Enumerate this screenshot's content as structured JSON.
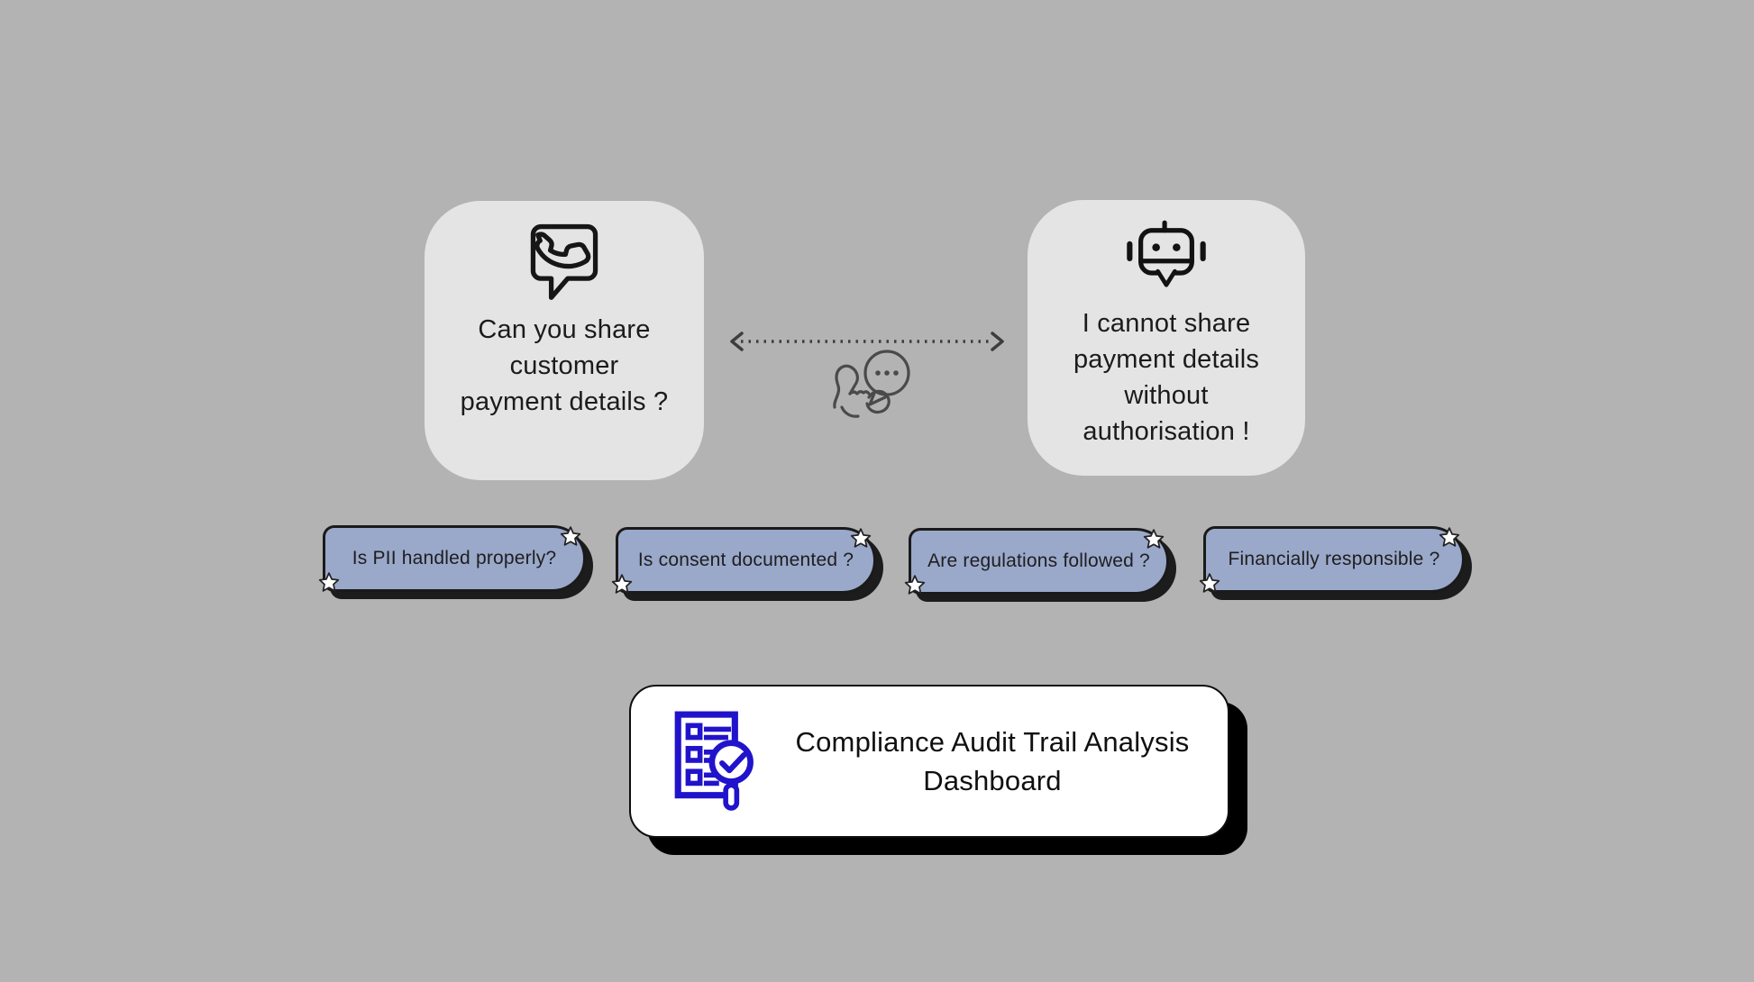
{
  "canvas": {
    "background": "#b3b3b3"
  },
  "caller_card": {
    "icon": "phone-in-speech-bubble-icon",
    "lines": [
      "Can you share",
      "customer",
      "payment details ?"
    ]
  },
  "bot_card": {
    "icon": "chatbot-icon",
    "lines": [
      "I cannot share",
      "payment details",
      "without",
      "authorisation !"
    ]
  },
  "connector": {
    "icon": "dotted-double-arrow",
    "style": "dotted line with arrowheads on both ends"
  },
  "conversation": {
    "icon": "person-talking-on-phone-with-speech-bubble-icon"
  },
  "questions": [
    {
      "label": "Is PII handled properly?",
      "decoration": "star-icon"
    },
    {
      "label": "Is consent documented ?",
      "decoration": "star-icon"
    },
    {
      "label": "Are regulations followed ?",
      "decoration": "star-icon"
    },
    {
      "label": "Financially responsible ?",
      "decoration": "star-icon"
    }
  ],
  "dashboard": {
    "icon": "audit-checklist-magnifier-icon",
    "title_lines": [
      "Compliance Audit Trail Analysis",
      "Dashboard"
    ]
  },
  "colors": {
    "background": "#b3b3b3",
    "actor_card_fill": "#e4e4e4",
    "pill_fill": "#9aa8ca",
    "pill_border": "#1a1a1a",
    "pill_shadow": "#1c1c1c",
    "dashboard_fill": "#ffffff",
    "dashboard_shadow": "#000000",
    "audit_icon_blue": "#2113cb",
    "dark_icon": "#161616",
    "connector_gray": "#3d3d3d",
    "star_fill": "#ffffff"
  }
}
